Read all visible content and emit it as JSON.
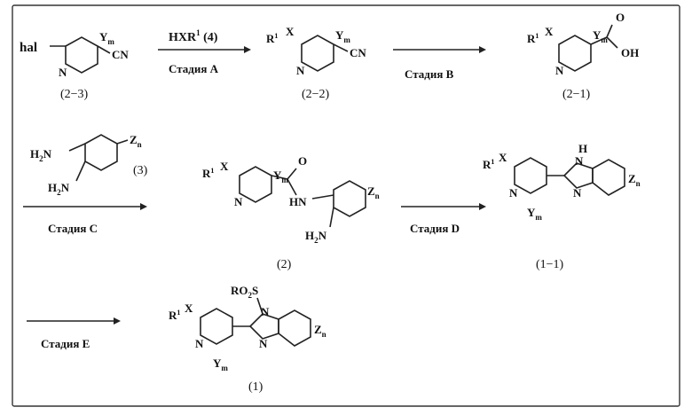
{
  "structures": {
    "s23": {
      "label": "(2−3)",
      "hal": "hal",
      "ym": "Y",
      "ym_sub": "m",
      "cn": "CN",
      "n": "N"
    },
    "s22": {
      "label": "(2−2)",
      "r1": "R",
      "r1_sup": "1",
      "x": "X",
      "ym": "Y",
      "ym_sub": "m",
      "cn": "CN",
      "n": "N"
    },
    "s21": {
      "label": "(2−1)",
      "r1": "R",
      "r1_sup": "1",
      "x": "X",
      "ym": "Y",
      "ym_sub": "m",
      "o": "O",
      "oh": "OH",
      "n": "N"
    },
    "s3": {
      "label": "(3)",
      "h2n_top": "H",
      "h2n_top_sub": "2",
      "h2n_top_n": "N",
      "h2n_bot": "H",
      "h2n_bot_sub": "2",
      "h2n_bot_n": "N",
      "zn": "Z",
      "zn_sub": "n"
    },
    "s2": {
      "label": "(2)",
      "r1": "R",
      "r1_sup": "1",
      "x": "X",
      "ym": "Y",
      "ym_sub": "m",
      "o": "O",
      "hn": "HN",
      "h2n": "H",
      "h2n_sub": "2",
      "h2n_n": "N",
      "zn": "Z",
      "zn_sub": "n",
      "n": "N"
    },
    "s11": {
      "label": "(1−1)",
      "r1": "R",
      "r1_sup": "1",
      "x": "X",
      "ym": "Y",
      "ym_sub": "m",
      "h": "H",
      "n_top": "N",
      "n_bot": "N",
      "n_py": "N",
      "zn": "Z",
      "zn_sub": "n"
    },
    "s1": {
      "label": "(1)",
      "r1": "R",
      "r1_sup": "1",
      "x": "X",
      "ym": "Y",
      "ym_sub": "m",
      "ro2s": "RO",
      "ro2s_sub": "2",
      "ro2s_s": "S",
      "n_top": "N",
      "n_bot": "N",
      "n_py": "N",
      "zn": "Z",
      "zn_sub": "n"
    }
  },
  "reagents": {
    "a_top": "HXR",
    "a_top_sup": "1",
    "a_top_num": " (4)",
    "stage_a": "Стадия A",
    "stage_b": "Стадия B",
    "stage_c": "Стадия C",
    "stage_d": "Стадия D",
    "stage_e": "Стадия E"
  }
}
